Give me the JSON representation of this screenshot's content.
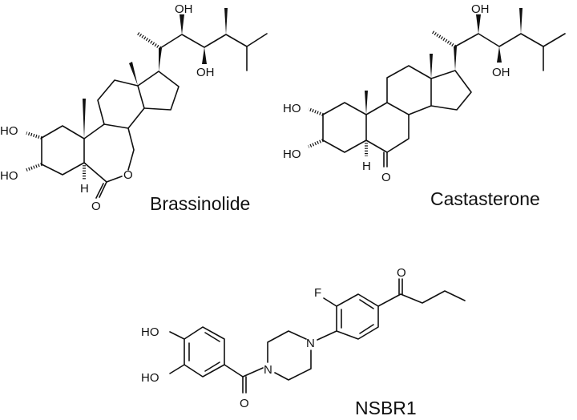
{
  "brassinolide": {
    "name": "Brassinolide",
    "labels": {
      "ho_c2": "HO",
      "ho_c3": "HO",
      "oh_c22": "OH",
      "oh_c23": "OH",
      "o_ring": "O",
      "o_carbonyl": "O",
      "h_c5": "H"
    }
  },
  "castasterone": {
    "name": "Castasterone",
    "labels": {
      "ho_c2": "HO",
      "ho_c3": "HO",
      "oh_c22": "OH",
      "oh_c23": "OH",
      "o_carbonyl": "O",
      "h_c5": "H"
    }
  },
  "nsbr1": {
    "name": "NSBR1",
    "labels": {
      "ho_top": "HO",
      "ho_bottom": "HO",
      "o_amide": "O",
      "n_amide": "N",
      "n_aryl": "N",
      "f": "F",
      "o_ketone": "O"
    }
  }
}
